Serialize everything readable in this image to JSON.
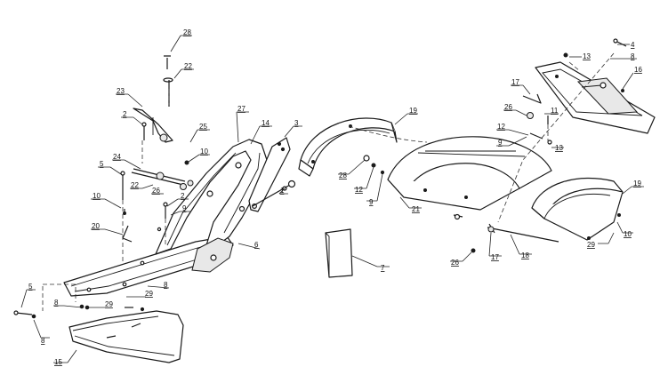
{
  "diagram": {
    "callouts": [
      {
        "id": "c28a",
        "text": "28"
      },
      {
        "id": "c22a",
        "text": "22"
      },
      {
        "id": "c23",
        "text": "23"
      },
      {
        "id": "c2a",
        "text": "2"
      },
      {
        "id": "c25",
        "text": "25"
      },
      {
        "id": "c27",
        "text": "27"
      },
      {
        "id": "c14",
        "text": "14"
      },
      {
        "id": "c3",
        "text": "3"
      },
      {
        "id": "c5a",
        "text": "5"
      },
      {
        "id": "c24",
        "text": "24"
      },
      {
        "id": "c10a",
        "text": "10"
      },
      {
        "id": "c22b",
        "text": "22"
      },
      {
        "id": "c26a",
        "text": "26"
      },
      {
        "id": "c2b",
        "text": "2"
      },
      {
        "id": "c9a",
        "text": "9"
      },
      {
        "id": "c1",
        "text": "1"
      },
      {
        "id": "c10b",
        "text": "10"
      },
      {
        "id": "c20",
        "text": "20"
      },
      {
        "id": "c6",
        "text": "6"
      },
      {
        "id": "c8a",
        "text": "8"
      },
      {
        "id": "c29a",
        "text": "29"
      },
      {
        "id": "c8b",
        "text": "8"
      },
      {
        "id": "c29b",
        "text": "29"
      },
      {
        "id": "c5b",
        "text": "5"
      },
      {
        "id": "c8c",
        "text": "8"
      },
      {
        "id": "c15",
        "text": "15"
      },
      {
        "id": "c19a",
        "text": "19"
      },
      {
        "id": "c28b",
        "text": "28"
      },
      {
        "id": "c12a",
        "text": "12"
      },
      {
        "id": "c9b",
        "text": "9"
      },
      {
        "id": "c21",
        "text": "21"
      },
      {
        "id": "c7",
        "text": "7"
      },
      {
        "id": "c4",
        "text": "4"
      },
      {
        "id": "c8d",
        "text": "8"
      },
      {
        "id": "c13a",
        "text": "13"
      },
      {
        "id": "c16",
        "text": "16"
      },
      {
        "id": "c17a",
        "text": "17"
      },
      {
        "id": "c26b",
        "text": "26"
      },
      {
        "id": "c11",
        "text": "11"
      },
      {
        "id": "c12b",
        "text": "12"
      },
      {
        "id": "c9c",
        "text": "9"
      },
      {
        "id": "c13b",
        "text": "13"
      },
      {
        "id": "c19b",
        "text": "19"
      },
      {
        "id": "c10c",
        "text": "10"
      },
      {
        "id": "c29c",
        "text": "29"
      },
      {
        "id": "c26c",
        "text": "26"
      },
      {
        "id": "c17b",
        "text": "17"
      },
      {
        "id": "c18",
        "text": "18"
      }
    ]
  }
}
